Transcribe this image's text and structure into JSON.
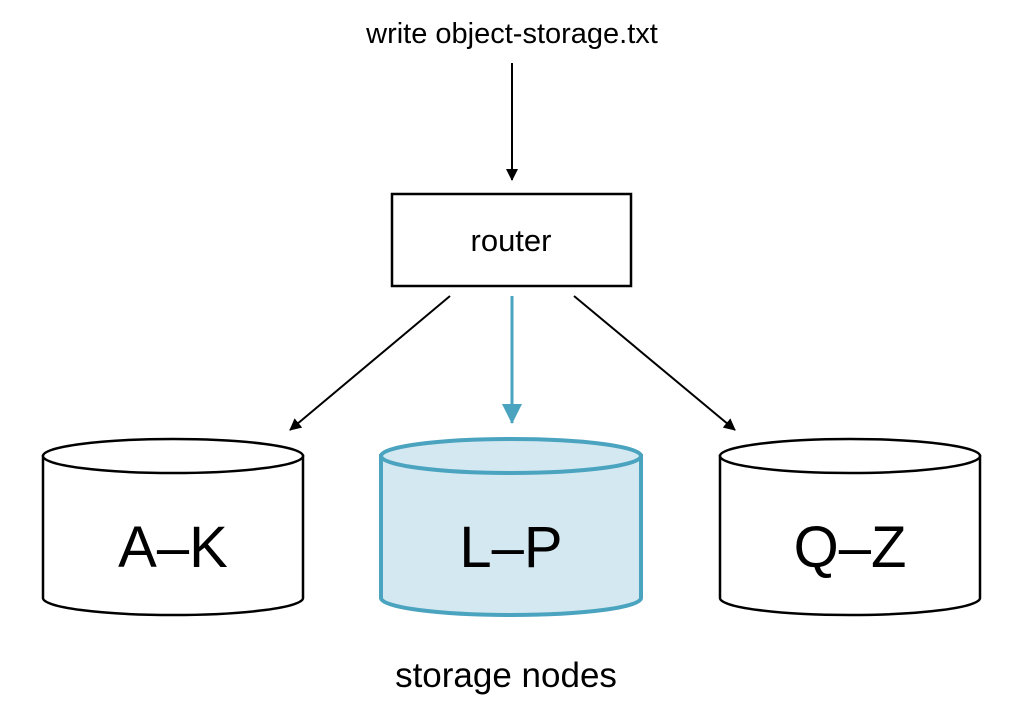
{
  "diagram": {
    "request_label": "write object-storage.txt",
    "router_label": "router",
    "nodes": [
      {
        "id": "a-k",
        "label": "A–K",
        "highlighted": false
      },
      {
        "id": "l-p",
        "label": "L–P",
        "highlighted": true
      },
      {
        "id": "q-z",
        "label": "Q–Z",
        "highlighted": false
      }
    ],
    "caption": "storage nodes",
    "colors": {
      "stroke": "#000000",
      "highlight_stroke": "#4aa3bf",
      "highlight_fill": "#d3e8f0",
      "node_fill": "#ffffff"
    }
  }
}
